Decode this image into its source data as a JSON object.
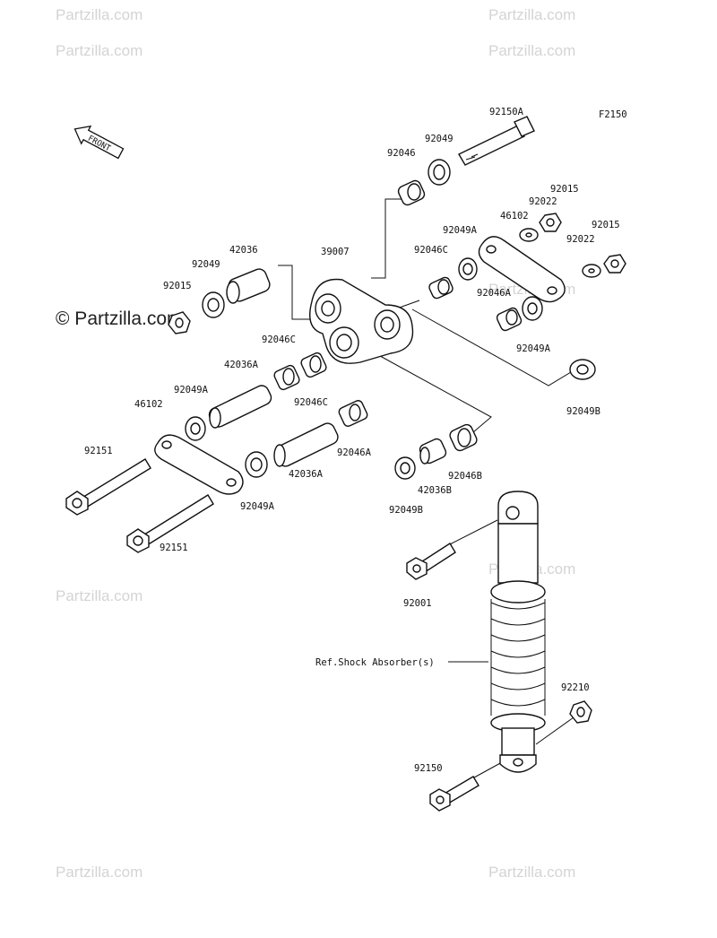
{
  "figure_code": "F2150",
  "front_label": "FRONT",
  "ref_note": "Ref.Shock Absorber(s)",
  "watermark": "Partzilla.com",
  "watermark_large": "© Partzilla.com",
  "parts": {
    "p92150A": "92150A",
    "p92049_top": "92049",
    "p92046_top": "92046",
    "p92015_right_a": "92015",
    "p92022_a": "92022",
    "p46102_right": "46102",
    "p92049A_right": "92049A",
    "p92015_right_b": "92015",
    "p92022_b": "92022",
    "p92046C_right": "92046C",
    "p92046A_right": "92046A",
    "p92049A_right_b": "92049A",
    "p92049B_right": "92049B",
    "p39007": "39007",
    "p42036": "42036",
    "p92049_left": "92049",
    "p92015_left": "92015",
    "p92046C_left": "92046C",
    "p42036A_left": "42036A",
    "p92046C_mid": "92046C",
    "p92049A_left": "92049A",
    "p46102_left": "46102",
    "p92046A_mid": "92046A",
    "p42036A_mid": "42036A",
    "p92151_a": "92151",
    "p92049A_bottom": "92049A",
    "p92151_b": "92151",
    "p92049B_bottom": "92049B",
    "p42036B": "42036B",
    "p92046B": "92046B",
    "p92001": "92001",
    "p92210": "92210",
    "p92150": "92150"
  }
}
